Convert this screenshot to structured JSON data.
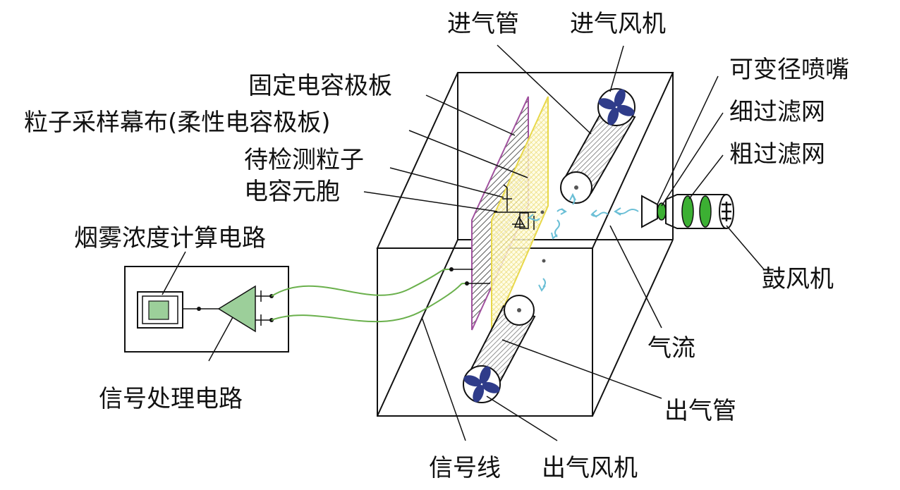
{
  "labels": {
    "inlet_pipe": "进气管",
    "inlet_fan": "进气风机",
    "fixed_plate": "固定电容极板",
    "sampling_screen": "粒子采样幕布(柔性电容极板)",
    "particle": "待检测粒子",
    "capacitor_cell": "电容元胞",
    "smoke_circuit": "烟雾浓度计算电路",
    "signal_circuit": "信号处理电路",
    "variable_nozzle": "可变径喷嘴",
    "fine_filter": "细过滤网",
    "coarse_filter": "粗过滤网",
    "blower": "鼓风机",
    "airflow": "气流",
    "outlet_pipe": "出气管",
    "signal_line": "信号线",
    "outlet_fan": "出气风机"
  },
  "colors": {
    "fixed_plate": "#a0519e",
    "screen": "#e8d84a",
    "fan_blade": "#2f3c8a",
    "filter": "#3cb033",
    "circuit": "#9ccf9a",
    "wire": "#6ab04c",
    "airflow": "#6bbfd6"
  }
}
